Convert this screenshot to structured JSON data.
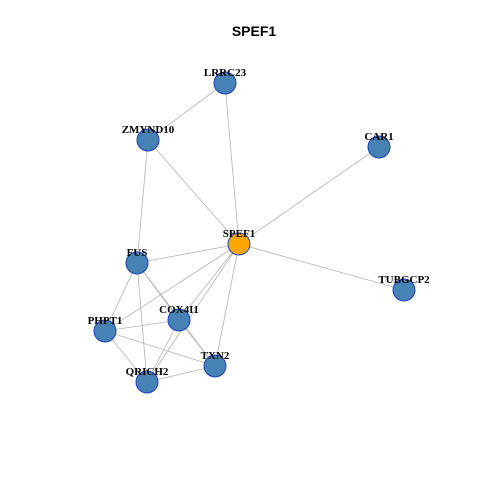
{
  "title": "SPEF1",
  "colors": {
    "hub": "#FFA500",
    "node": "#4682B4",
    "node_border": "#1f3fbf",
    "edge": "#b3b3b3"
  },
  "nodes": [
    {
      "id": "SPEF1",
      "label": "SPEF1",
      "hub": true
    },
    {
      "id": "LRRC23",
      "label": "LRRC23"
    },
    {
      "id": "ZMYND10",
      "label": "ZMYND10"
    },
    {
      "id": "CAR1",
      "label": "CAR1"
    },
    {
      "id": "FUS",
      "label": "FUS"
    },
    {
      "id": "TUBGCP2",
      "label": "TUBGCP2"
    },
    {
      "id": "COX4I1",
      "label": "COX4I1"
    },
    {
      "id": "PHPT1",
      "label": "PHPT1"
    },
    {
      "id": "TXN2",
      "label": "TXN2"
    },
    {
      "id": "QRICH2",
      "label": "QRICH2"
    }
  ],
  "edges": [
    [
      "LRRC23",
      "ZMYND10"
    ],
    [
      "LRRC23",
      "SPEF1"
    ],
    [
      "ZMYND10",
      "SPEF1"
    ],
    [
      "ZMYND10",
      "FUS"
    ],
    [
      "CAR1",
      "SPEF1"
    ],
    [
      "SPEF1",
      "TUBGCP2"
    ],
    [
      "SPEF1",
      "FUS"
    ],
    [
      "SPEF1",
      "COX4I1"
    ],
    [
      "SPEF1",
      "PHPT1"
    ],
    [
      "SPEF1",
      "TXN2"
    ],
    [
      "SPEF1",
      "QRICH2"
    ],
    [
      "FUS",
      "PHPT1"
    ],
    [
      "FUS",
      "COX4I1"
    ],
    [
      "FUS",
      "TXN2"
    ],
    [
      "FUS",
      "QRICH2"
    ],
    [
      "COX4I1",
      "PHPT1"
    ],
    [
      "COX4I1",
      "TXN2"
    ],
    [
      "COX4I1",
      "QRICH2"
    ],
    [
      "PHPT1",
      "TXN2"
    ],
    [
      "PHPT1",
      "QRICH2"
    ],
    [
      "QRICH2",
      "TXN2"
    ]
  ]
}
